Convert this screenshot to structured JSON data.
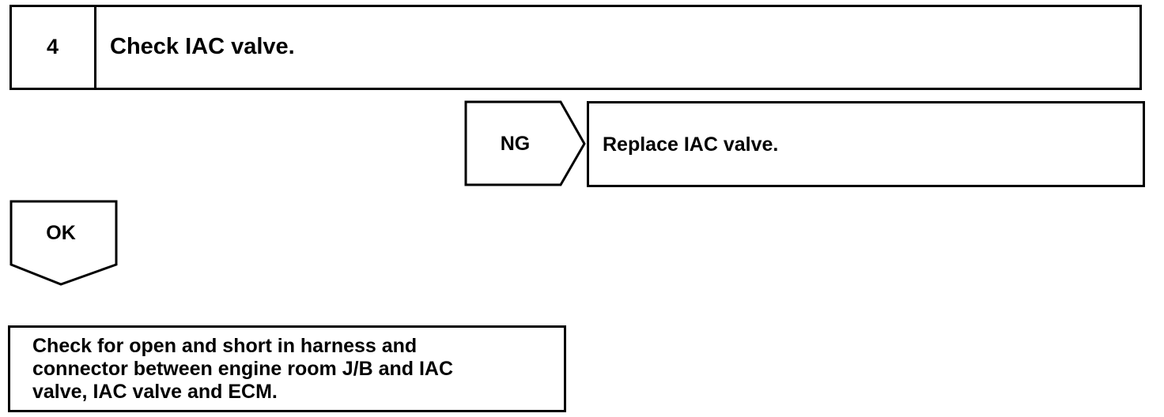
{
  "step": {
    "number": "4",
    "title": "Check IAC valve."
  },
  "ng_branch": {
    "label": "NG",
    "action": "Replace IAC valve."
  },
  "ok_branch": {
    "label": "OK"
  },
  "next_step": {
    "lines": [
      "Check for open and short in harness and",
      "connector between engine room J/B and IAC",
      "valve,  IAC valve and ECM."
    ]
  }
}
